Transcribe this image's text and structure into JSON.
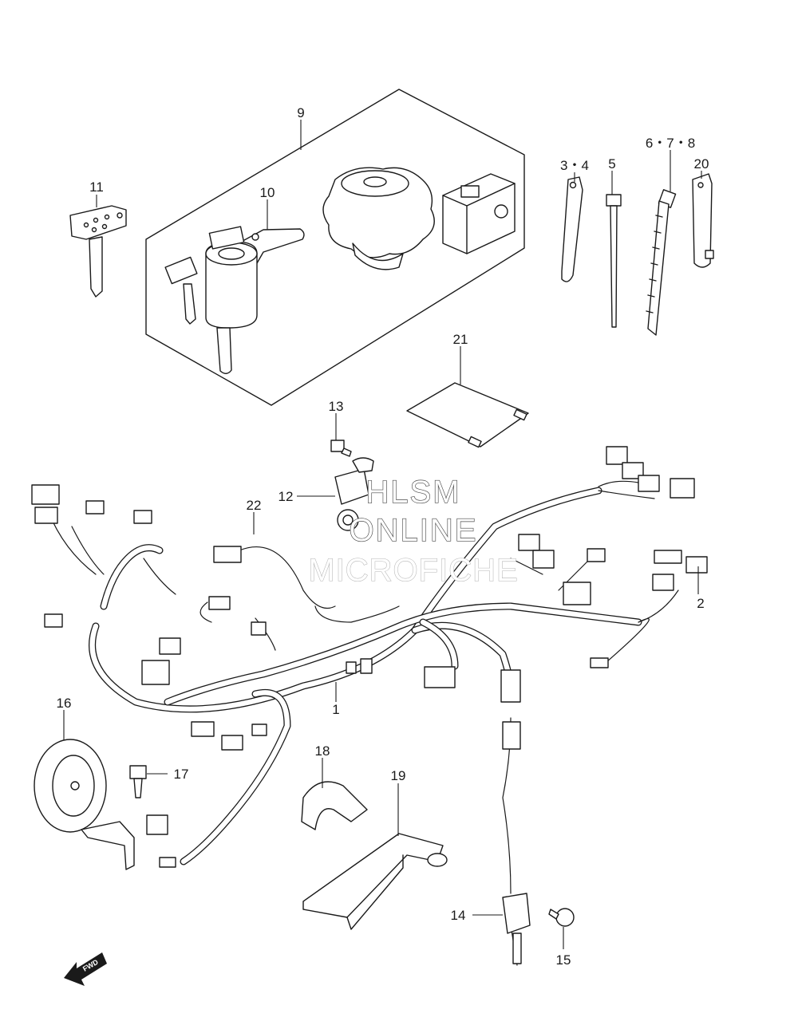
{
  "callouts": {
    "c1": "1",
    "c2": "2",
    "c3_4": "3・4",
    "c5": "5",
    "c6_7_8": "6・7・8",
    "c9": "9",
    "c10": "10",
    "c11": "11",
    "c12": "12",
    "c13": "13",
    "c14": "14",
    "c15": "15",
    "c16": "16",
    "c17": "17",
    "c18": "18",
    "c19": "19",
    "c20": "20",
    "c21": "21",
    "c22": "22"
  },
  "watermark": {
    "line1": "HLSM",
    "line2": "ONLINE",
    "line3": "MICROFICHE"
  },
  "fwd_badge": "FWD"
}
